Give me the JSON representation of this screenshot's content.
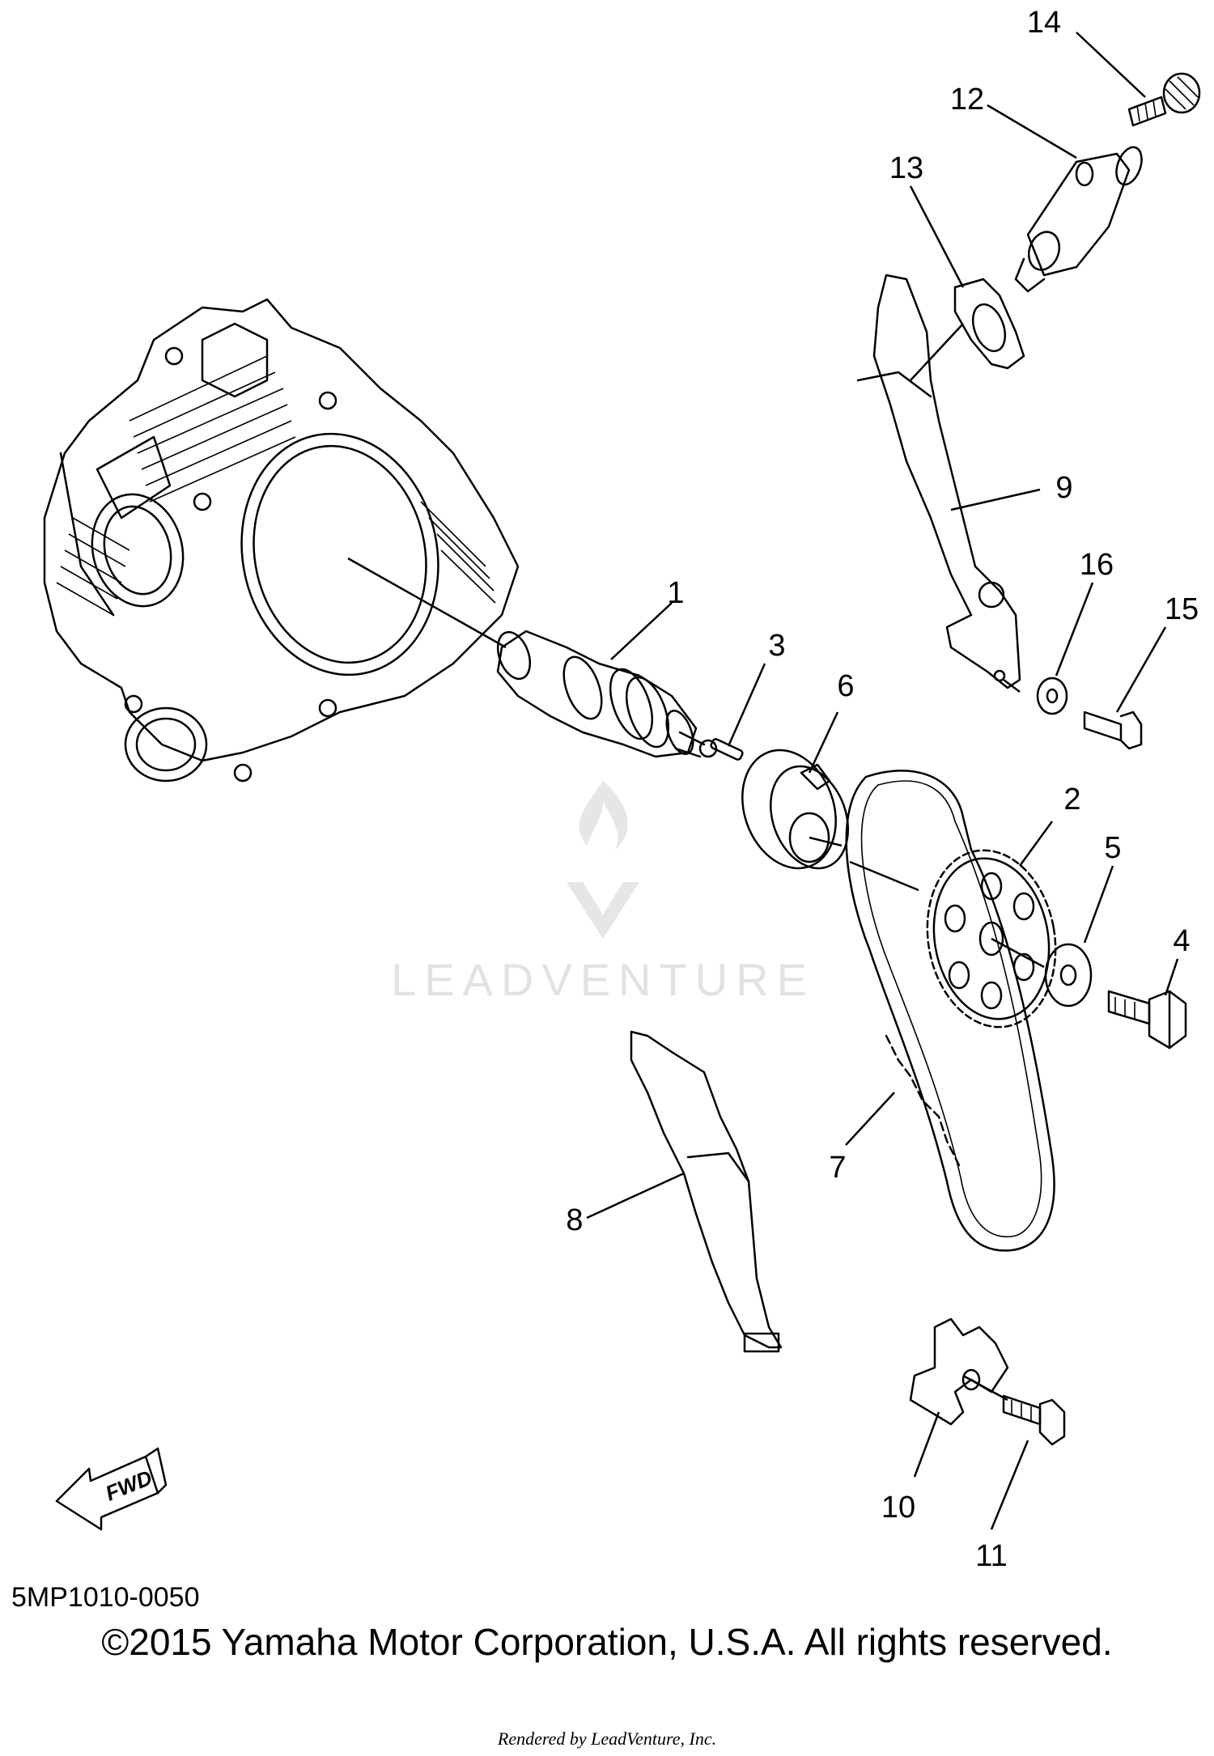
{
  "diagram": {
    "code": "5MP1010-0050",
    "copyright": "©2015 Yamaha Motor Corporation, U.S.A. All rights reserved.",
    "rendered_by": "Rendered by LeadVenture, Inc.",
    "watermark": "LEADVENTURE",
    "fwd_label": "FWD"
  },
  "parts": [
    {
      "number": "1"
    },
    {
      "number": "2"
    },
    {
      "number": "3"
    },
    {
      "number": "4"
    },
    {
      "number": "5"
    },
    {
      "number": "6"
    },
    {
      "number": "7"
    },
    {
      "number": "8"
    },
    {
      "number": "9"
    },
    {
      "number": "10"
    },
    {
      "number": "11"
    },
    {
      "number": "12"
    },
    {
      "number": "13"
    },
    {
      "number": "14"
    },
    {
      "number": "15"
    },
    {
      "number": "16"
    }
  ]
}
